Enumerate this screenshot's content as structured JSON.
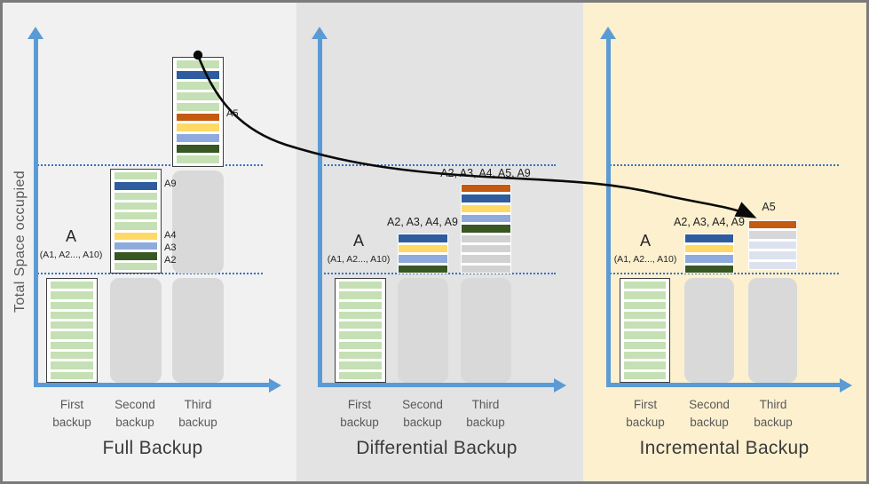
{
  "colors": {
    "light_green": "#C5E0B4",
    "dark_blue": "#2E5C9E",
    "orange": "#C55A11",
    "yellow": "#FFD966",
    "light_blue": "#8FAADC",
    "dark_green": "#385723",
    "gray_stripe": "#D2D2D2",
    "pale_gray_stripe": "#D5D7DB",
    "pale_blue_stripe": "#DCE3EF",
    "ghost_gray": "#D9D9D9",
    "axis_blue": "#5B9BD5",
    "dotted_blue": "#3A72BE",
    "arrow_black": "#0A0A0A"
  },
  "y_axis_label": "Total Space occupied",
  "x_labels": [
    "First backup",
    "Second backup",
    "Third backup"
  ],
  "panels": [
    {
      "id": "full-backup",
      "title": "Full Backup",
      "bg": "#F1F1F2",
      "first_bar_label": {
        "main": "A",
        "sub": "(A1, A2..., A10)"
      },
      "bars": [
        {
          "name": "first-backup-bar",
          "stripes": [
            "light_green",
            "light_green",
            "light_green",
            "light_green",
            "light_green",
            "light_green",
            "light_green",
            "light_green",
            "light_green",
            "light_green"
          ]
        },
        {
          "name": "second-backup-bar",
          "stripes": [
            "light_green",
            "dark_blue",
            "light_green",
            "light_green",
            "light_green",
            "light_green",
            "yellow",
            "light_blue",
            "dark_green",
            "light_green"
          ],
          "side_labels": [
            "A9",
            "A4",
            "A3",
            "A2"
          ]
        },
        {
          "name": "third-backup-bar",
          "stripes": [
            "light_green",
            "dark_blue",
            "light_green",
            "light_green",
            "light_green",
            "orange",
            "yellow",
            "light_blue",
            "dark_green",
            "light_green"
          ],
          "side_labels": [
            "A5"
          ]
        }
      ]
    },
    {
      "id": "differential-backup",
      "title": "Differential Backup",
      "bg": "#E3E3E4",
      "first_bar_label": {
        "main": "A",
        "sub": "(A1, A2..., A10)"
      },
      "bars": [
        {
          "name": "first-backup-bar",
          "stripes": [
            "light_green",
            "light_green",
            "light_green",
            "light_green",
            "light_green",
            "light_green",
            "light_green",
            "light_green",
            "light_green",
            "light_green"
          ]
        },
        {
          "name": "second-backup-bar",
          "top_label": "A2, A3, A4, A9",
          "stripes": [
            "dark_blue",
            "yellow",
            "light_blue",
            "dark_green"
          ]
        },
        {
          "name": "third-backup-bar",
          "top_label": "A2, A3, A4, A5, A9",
          "stripes": [
            "orange",
            "dark_blue",
            "yellow",
            "light_blue",
            "dark_green",
            "gray_stripe",
            "gray_stripe",
            "gray_stripe",
            "gray_stripe"
          ]
        }
      ]
    },
    {
      "id": "incremental-backup",
      "title": "Incremental Backup",
      "bg": "#FCF0CE",
      "first_bar_label": {
        "main": "A",
        "sub": "(A1, A2..., A10)"
      },
      "bars": [
        {
          "name": "first-backup-bar",
          "stripes": [
            "light_green",
            "light_green",
            "light_green",
            "light_green",
            "light_green",
            "light_green",
            "light_green",
            "light_green",
            "light_green",
            "light_green"
          ]
        },
        {
          "name": "second-backup-bar",
          "top_label": "A2, A3, A4, A9",
          "stripes": [
            "dark_blue",
            "yellow",
            "light_blue",
            "dark_green"
          ]
        },
        {
          "name": "third-backup-bar",
          "top_label": "A5",
          "stripes": [
            "orange",
            "pale_gray_stripe",
            "pale_blue_stripe",
            "pale_blue_stripe",
            "pale_blue_stripe"
          ]
        }
      ]
    }
  ]
}
